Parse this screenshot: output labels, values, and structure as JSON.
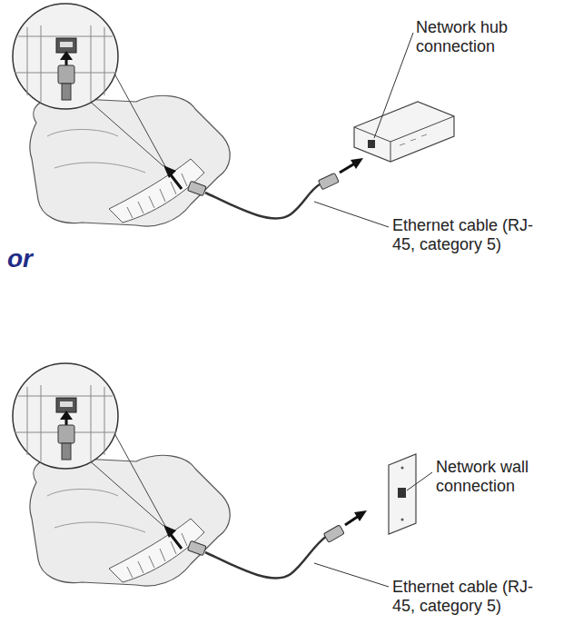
{
  "diagram": {
    "labels": [
      "Network hub connection",
      "Ethernet cable (RJ-45, category 5)",
      "or",
      "Network wall connection",
      "Ethernet cable (RJ-45, category 5)"
    ]
  }
}
